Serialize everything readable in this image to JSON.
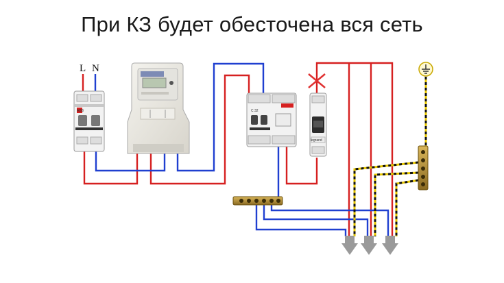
{
  "title": "При КЗ будет обесточена вся сеть",
  "labels": {
    "phase": "L",
    "neutral": "N"
  },
  "devices": {
    "input_breaker": {
      "brand": "ABB"
    },
    "rcd": {
      "rating": "C 32"
    },
    "branch_breaker": {
      "brand": "legrand"
    }
  },
  "colors": {
    "phase_wire": "#d62020",
    "neutral_wire": "#1f3fd0",
    "earth_yellow": "#e8c800",
    "earth_green": "#111111",
    "cross_mark": "#e03030",
    "arrow": "#9a9a9a",
    "device_body": "#f2f2f2"
  },
  "icons": {
    "ground": "earth-ground-icon",
    "cut": "cross-mark-icon",
    "load": "down-arrow-icon"
  }
}
